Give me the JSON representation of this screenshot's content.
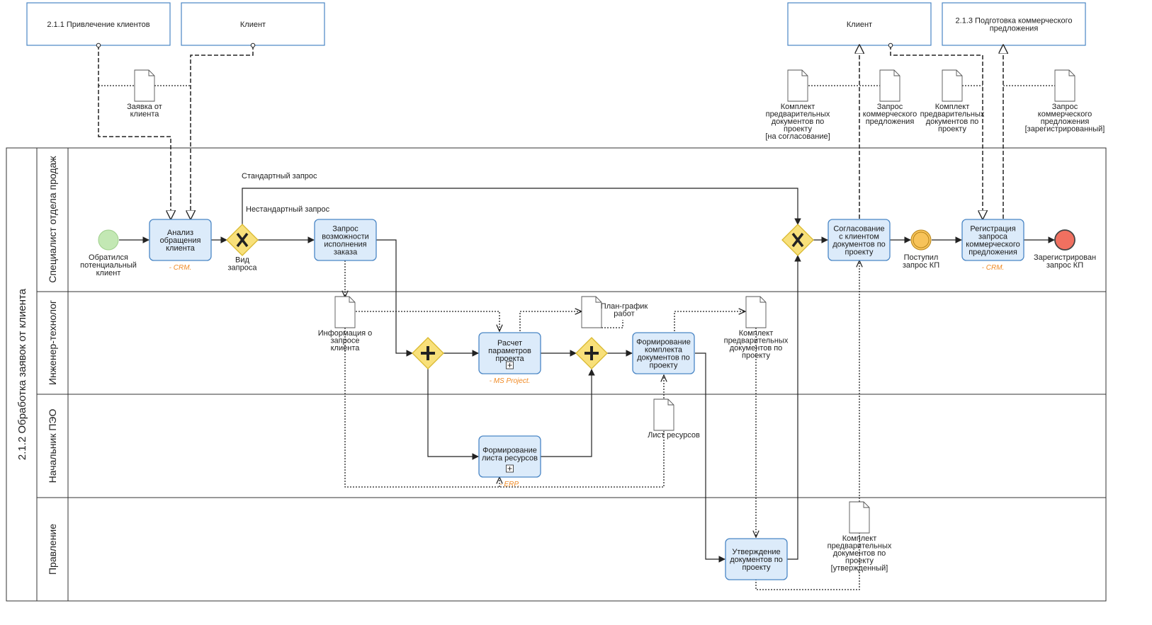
{
  "external_processes": [
    {
      "id": "ext1",
      "text": "2.1.1 Привлечение клиентов"
    },
    {
      "id": "ext2",
      "text": "Клиент"
    },
    {
      "id": "ext3",
      "text": "Клиент"
    },
    {
      "id": "ext4",
      "text": "2.1.3 Подготовка коммерческого|предложения"
    }
  ],
  "pool": {
    "title": "2.1.2 Обработка заявок от клиента"
  },
  "lanes": [
    {
      "id": "lane1",
      "label": "Специалист отдела продаж"
    },
    {
      "id": "lane2",
      "label": "Инженер-технолог"
    },
    {
      "id": "lane3",
      "label": "Начальник ПЭО"
    },
    {
      "id": "lane4",
      "label": "Правление"
    }
  ],
  "tasks": [
    {
      "id": "t1",
      "text": "Анализ|обращения|клиента",
      "tool": "- CRM."
    },
    {
      "id": "t2",
      "text": "Запрос|возможности|исполнения|заказа",
      "tool": ""
    },
    {
      "id": "t3",
      "text": "Расчет|параметров|проекта",
      "tool": "- MS Project."
    },
    {
      "id": "t4",
      "text": "Формирование|комплекта|документов по|проекту",
      "tool": ""
    },
    {
      "id": "t5",
      "text": "Формирование|листа ресурсов",
      "tool": "- ERP."
    },
    {
      "id": "t6",
      "text": "Утверждение|документов по|проекту",
      "tool": ""
    },
    {
      "id": "t7",
      "text": "Согласование|с клиентом|документов по|проекту",
      "tool": ""
    },
    {
      "id": "t8",
      "text": "Регистрация|запроса|коммерческого|предложения",
      "tool": "- CRM."
    }
  ],
  "events": [
    {
      "id": "ev_start",
      "type": "start",
      "text": "Обратился|потенциальный|клиент",
      "color": "#c3e8b4"
    },
    {
      "id": "ev_mid",
      "type": "intermediate",
      "text": "Поступил|запрос КП",
      "color": "#f7c35a"
    },
    {
      "id": "ev_end",
      "type": "end",
      "text": "Зарегистрирован|запрос КП",
      "color": "#f07060"
    }
  ],
  "gateways": [
    {
      "id": "gw1",
      "kind": "exclusive",
      "text": "Вид|запроса"
    },
    {
      "id": "gw2",
      "kind": "parallel",
      "text": ""
    },
    {
      "id": "gw3",
      "kind": "parallel",
      "text": ""
    },
    {
      "id": "gw4",
      "kind": "exclusive",
      "text": ""
    }
  ],
  "documents": [
    {
      "id": "d1",
      "text": "Заявка от|клиента"
    },
    {
      "id": "d2",
      "text": "Комплект|предварительных|документов по|проекту|[на согласование]"
    },
    {
      "id": "d3",
      "text": "Запрос|коммерческого|предложения"
    },
    {
      "id": "d4",
      "text": "Комплект|предварительных|документов по|проекту"
    },
    {
      "id": "d5",
      "text": "Запрос|коммерческого|предложения|[зарегистрированный]"
    },
    {
      "id": "d6",
      "text": "Информация о|запросе|клиента"
    },
    {
      "id": "d7",
      "text": "План-график|работ"
    },
    {
      "id": "d8",
      "text": "Комплект|предварительных|документов по|проекту"
    },
    {
      "id": "d9",
      "text": "Лист ресурсов"
    },
    {
      "id": "d10",
      "text": "Комплект|предварительных|документов по|проекту|[утвержденный]"
    }
  ],
  "flow_labels": {
    "standard": "Стандартный запрос",
    "nonstandard": "Нестандартный запрос"
  },
  "colors": {
    "task_fill": "#dcebfa",
    "task_stroke": "#4a86c5",
    "gateway_fill": "#f8e07a",
    "gateway_stroke": "#d9b930",
    "external_stroke": "#4a86c5",
    "tool_text": "#f08a24"
  }
}
